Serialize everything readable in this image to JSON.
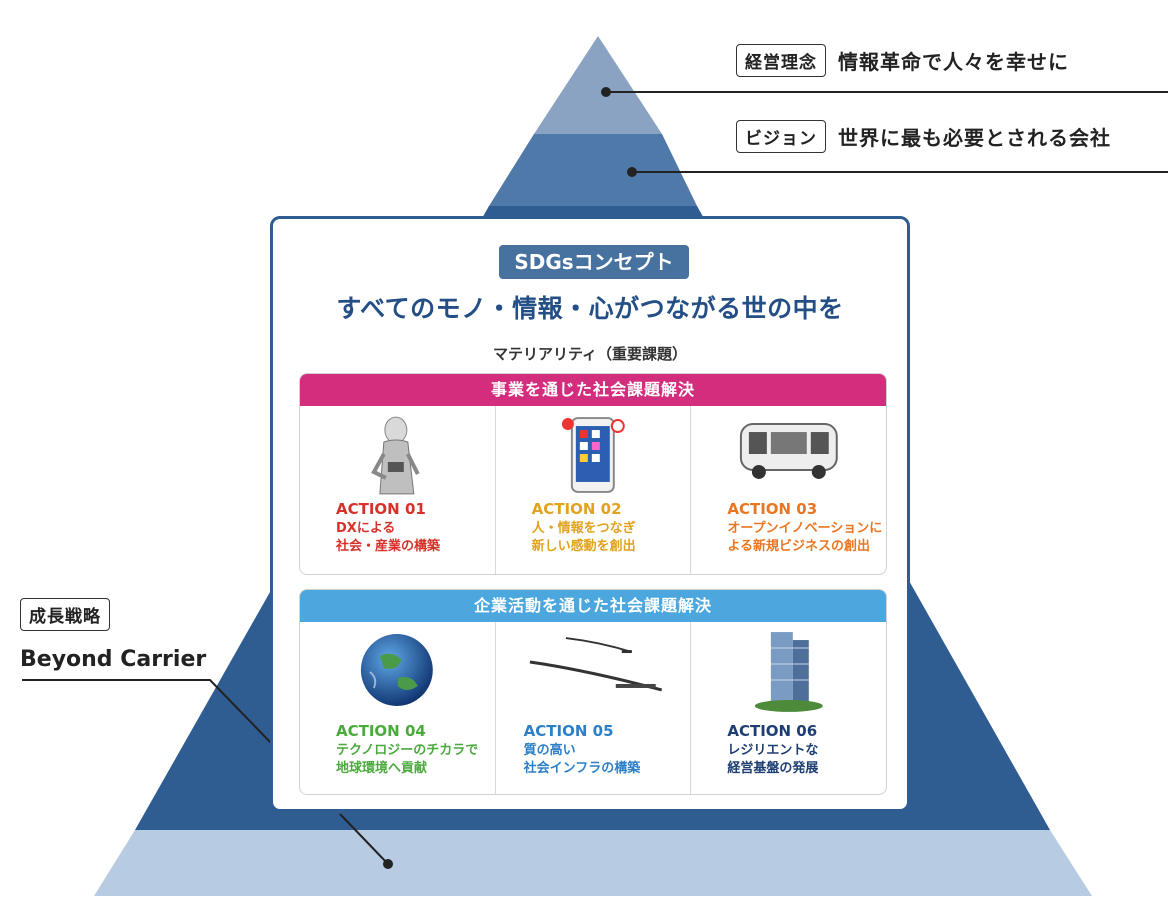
{
  "levels": {
    "philosophy": {
      "tag": "経営理念",
      "text": "情報革命で人々を幸せに"
    },
    "vision": {
      "tag": "ビジョン",
      "text": "世界に最も必要とされる会社"
    },
    "strategy": {
      "tag": "成長戦略",
      "text": "Beyond Carrier"
    }
  },
  "concept": {
    "badge": "SDGsコンセプト",
    "title": "すべてのモノ・情報・心がつながる世の中を",
    "materiality_label": "マテリアリティ（重要課題）"
  },
  "groups": [
    {
      "title": "事業を通じた社会課題解決",
      "actions": [
        {
          "number": "ACTION 01",
          "desc_line1": "DXによる",
          "desc_line2": "社会・産業の構築",
          "illustration": "robot"
        },
        {
          "number": "ACTION 02",
          "desc_line1": "人・情報をつなぎ",
          "desc_line2": "新しい感動を創出",
          "illustration": "smartphone"
        },
        {
          "number": "ACTION 03",
          "desc_line1": "オープンイノベーションに",
          "desc_line2": "よる新規ビジネスの創出",
          "illustration": "autonomous-bus"
        }
      ]
    },
    {
      "title": "企業活動を通じた社会課題解決",
      "actions": [
        {
          "number": "ACTION 04",
          "desc_line1": "テクノロジーのチカラで",
          "desc_line2": "地球環境へ貢献",
          "illustration": "earth"
        },
        {
          "number": "ACTION 05",
          "desc_line1": "質の高い",
          "desc_line2": "社会インフラの構築",
          "illustration": "stratospheric-aircraft"
        },
        {
          "number": "ACTION 06",
          "desc_line1": "レジリエントな",
          "desc_line2": "経営基盤の発展",
          "illustration": "office-tower"
        }
      ]
    }
  ],
  "colors": {
    "pyramid_top": "#8aa3c3",
    "pyramid_vision": "#4f79a8",
    "pyramid_strategy": "#2f5c91",
    "pyramid_base": "#b7cbe2",
    "business_header": "#d32e7d",
    "corporate_header": "#4ba7dd"
  }
}
